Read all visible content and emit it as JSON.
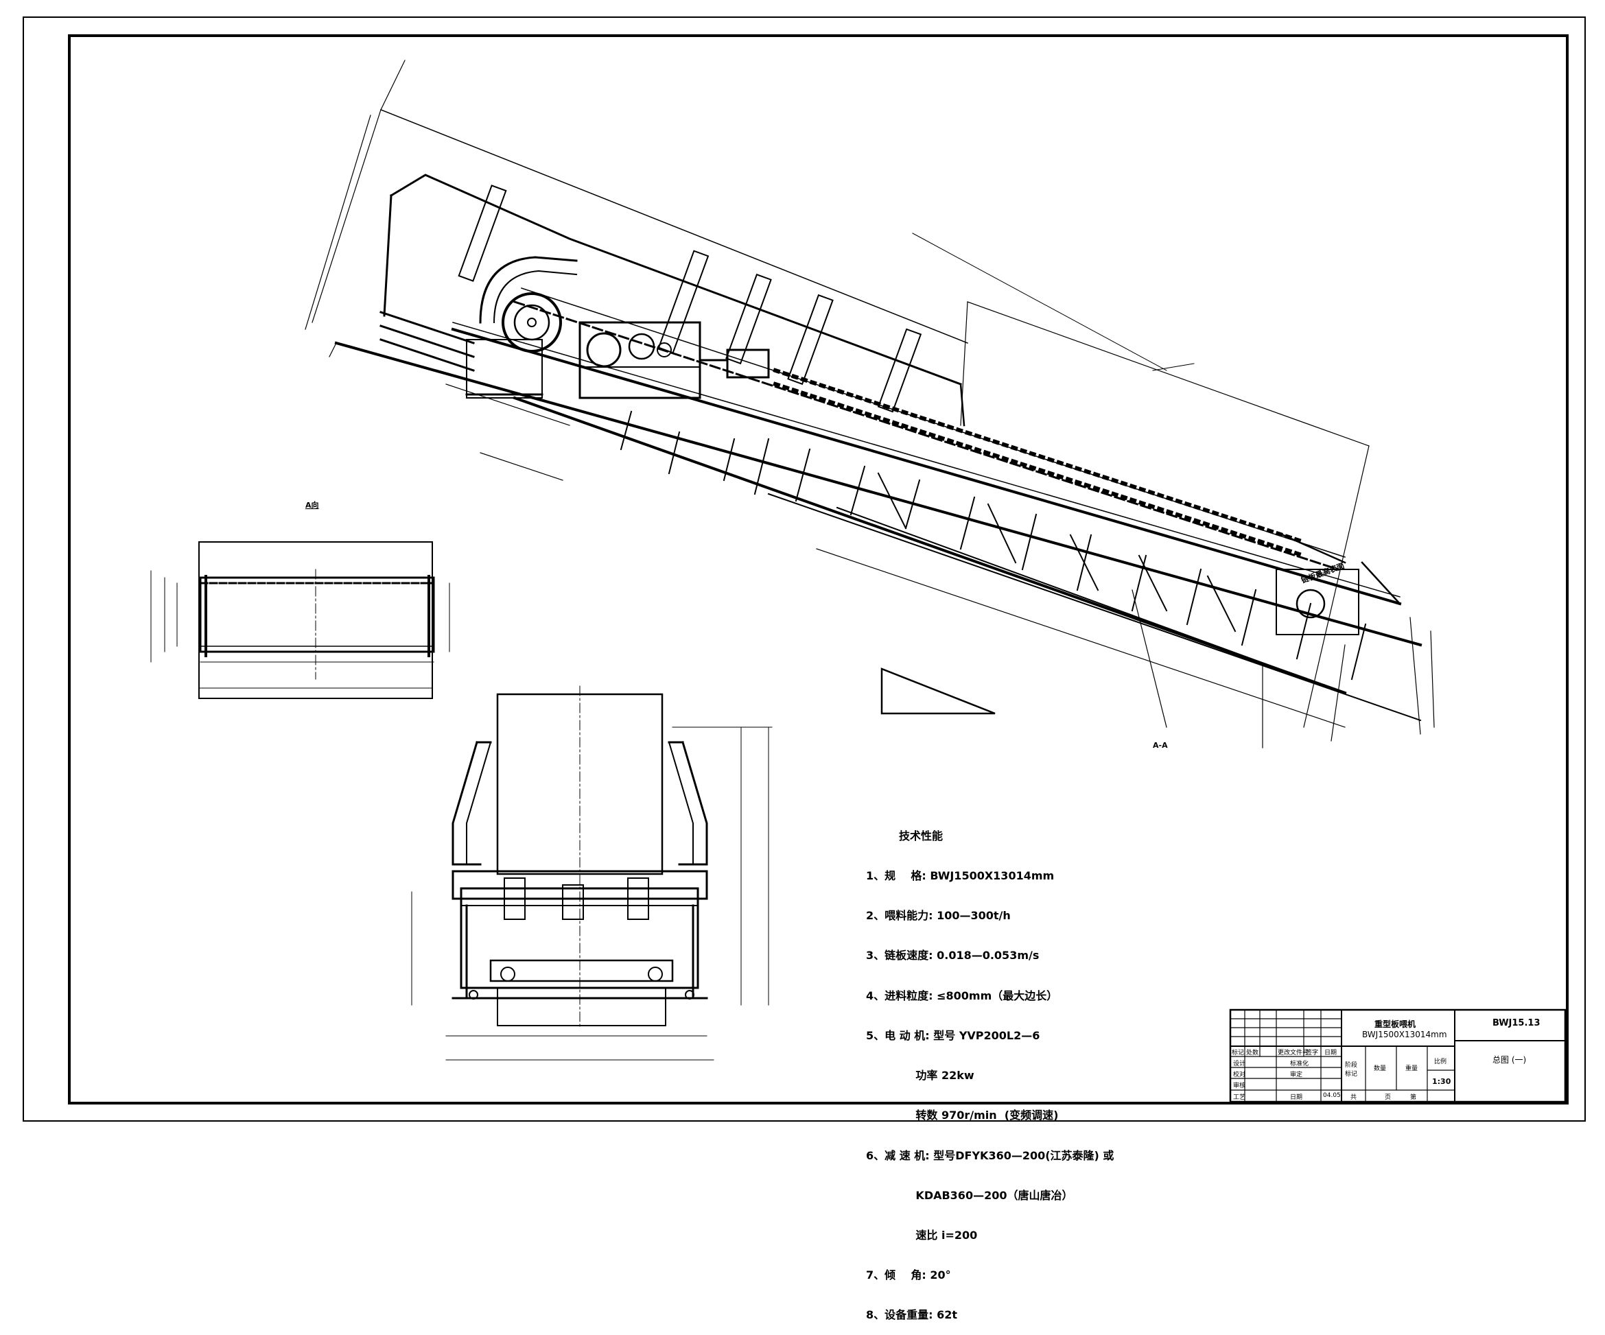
{
  "drawing": {
    "view_label_a": "A向",
    "view_label_section": "A-A",
    "note_surface": "链板最高表面"
  },
  "technical_specs": {
    "title": "技术性能",
    "items": [
      "1、规    格: BWJ1500X13014mm",
      "2、喂料能力: 100—300t/h",
      "3、链板速度: 0.018—0.053m/s",
      "4、进料粒度: ≤800mm（最大边长）",
      "5、电 动 机: 型号 YVP200L2—6",
      "             功率 22kw",
      "             转数 970r/min  (变频调速)",
      "6、减 速 机: 型号DFYK360—200(江苏泰隆) 或",
      "             KDAB360—200（唐山唐冶）",
      "             速比 i=200",
      "7、倾    角: 20°",
      "8、设备重量: 62t"
    ]
  },
  "title_block": {
    "name": "重型板喂机",
    "model": "BWJ1500X13014mm",
    "drawing_code": "BWJ15.13",
    "sheet_name": "总图 (一)",
    "scale": "1:30",
    "headers": {
      "mark": "标记",
      "count": "处数",
      "change_doc": "更改文件号",
      "sign": "签字",
      "date": "日期",
      "design": "设计",
      "standardize": "标准化",
      "check": "校对",
      "review": "审定",
      "audit": "审核",
      "process": "工艺",
      "date2": "日期",
      "date_value": "04.05",
      "stage_mark": "阶段标记",
      "weight": "重量",
      "ratio": "比例",
      "quantity": "数量",
      "total": "共",
      "page": "页",
      "sheet_no": "第"
    }
  }
}
